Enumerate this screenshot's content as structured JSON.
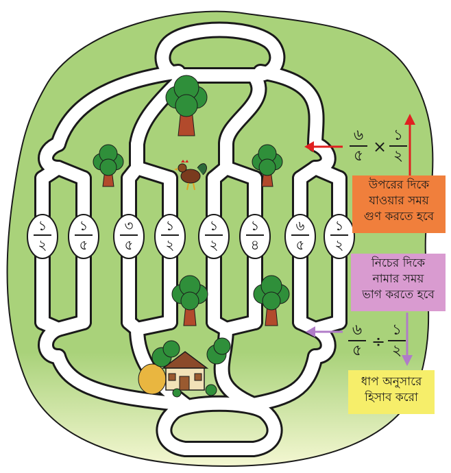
{
  "maze": {
    "fractions": [
      {
        "num": "১",
        "den": "২"
      },
      {
        "num": "১",
        "den": "৫"
      },
      {
        "num": "৩",
        "den": "৫"
      },
      {
        "num": "১",
        "den": "২"
      },
      {
        "num": "১",
        "den": "২"
      },
      {
        "num": "১",
        "den": "৪"
      },
      {
        "num": "৬",
        "den": "৫"
      },
      {
        "num": "১",
        "den": "২"
      }
    ]
  },
  "up_rule": {
    "left": {
      "num": "৬",
      "den": "৫"
    },
    "op": "×",
    "right": {
      "num": "১",
      "den": "২"
    },
    "note_lines": [
      "উপরের দিকে",
      "যাওয়ার সময়",
      "গুণ করতে হবে"
    ],
    "note_color": "#f07f3c"
  },
  "down_rule": {
    "left": {
      "num": "৬",
      "den": "৫"
    },
    "op": "÷",
    "right": {
      "num": "১",
      "den": "২"
    },
    "note_lines": [
      "নিচের দিকে",
      "নামার সময়",
      "ভাগ করতে হবে"
    ],
    "note_color": "#d99bd0"
  },
  "step_note": {
    "lines": [
      "ধাপ অনুসারে",
      "হিসাব করো"
    ],
    "color": "#f6ee6a"
  },
  "colors": {
    "ground": "#a9d27a",
    "ground_light": "#f4f7d2",
    "path": "#ffffff",
    "outline": "#1a1a1a",
    "tree_leaf": "#2f8f3a",
    "trunk": "#b24a2c",
    "red_arrow": "#e02020",
    "purple_arrow": "#b07cc8"
  }
}
